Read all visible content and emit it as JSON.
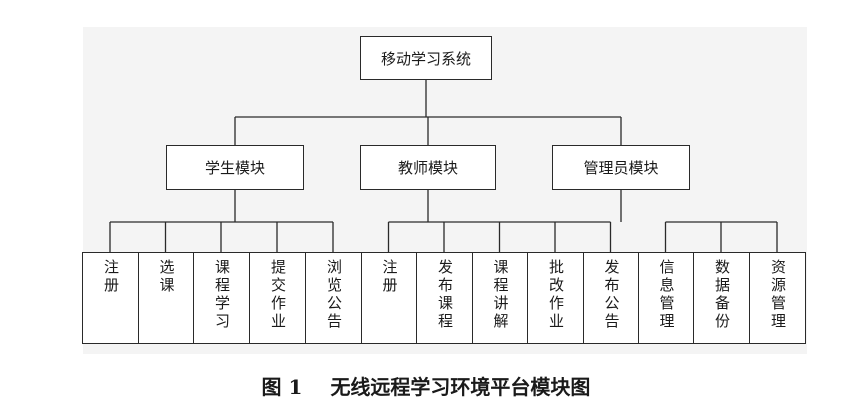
{
  "diagram": {
    "root": {
      "label": "移动学习系统"
    },
    "modules": [
      {
        "label": "学生模块",
        "children": [
          "注册",
          "选课",
          "课程学习",
          "提交作业",
          "浏览公告"
        ]
      },
      {
        "label": "教师模块",
        "children": [
          "注册",
          "发布课程",
          "课程讲解",
          "批改作业",
          "发布公告"
        ]
      },
      {
        "label": "管理员模块",
        "children": [
          "信息管理",
          "数据备份",
          "资源管理"
        ]
      }
    ]
  },
  "caption": {
    "number": "图 1",
    "title": "无线远程学习环境平台模块图"
  }
}
